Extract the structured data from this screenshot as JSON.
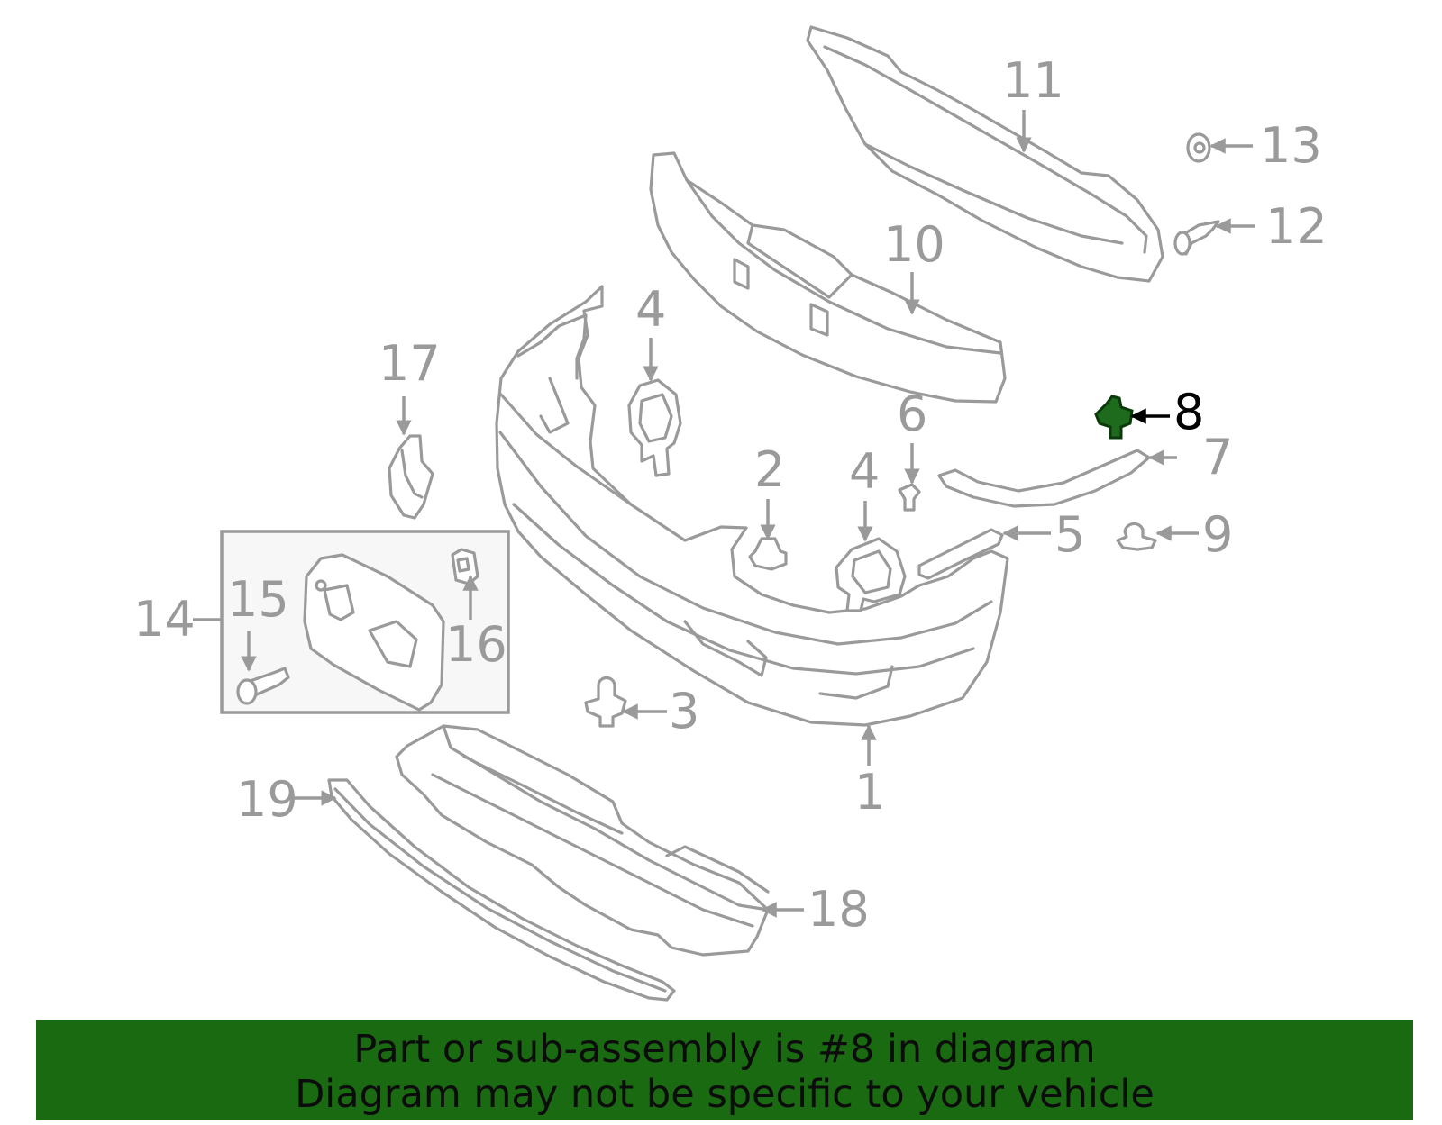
{
  "callouts": {
    "c1": "1",
    "c2": "2",
    "c3": "3",
    "c4a": "4",
    "c4b": "4",
    "c5": "5",
    "c6": "6",
    "c7": "7",
    "c8": "8",
    "c9": "9",
    "c10": "10",
    "c11": "11",
    "c12": "12",
    "c13": "13",
    "c14": "14",
    "c15": "15",
    "c16": "16",
    "c17": "17",
    "c18": "18",
    "c19": "19"
  },
  "highlight": {
    "part": "8",
    "fill_color": "#1e6b1e",
    "label_color": "#000000"
  },
  "banner": {
    "line1": "Part or sub-assembly is #8 in diagram",
    "line2": "Diagram may not be specific to your vehicle",
    "background": "#1a6a12",
    "text_color": "#0c0c0c"
  }
}
